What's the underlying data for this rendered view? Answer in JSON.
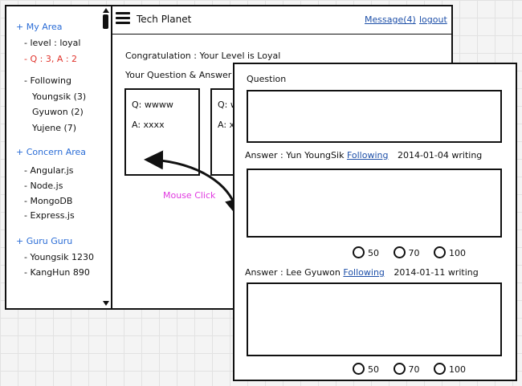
{
  "sidebar": {
    "my_area": "+ My Area",
    "level": "- level : loyal",
    "qa_count": "- Q : 3, A : 2",
    "following_heading": "- Following",
    "following": [
      "Youngsik (3)",
      "Gyuwon (2)",
      "Yujene (7)"
    ],
    "concern_area": "+ Concern Area",
    "concerns": [
      "- Angular.js",
      "- Node.js",
      "- MongoDB",
      "- Express.js"
    ],
    "guru_guru": "+ Guru Guru",
    "gurus": [
      "- Youngsik 1230",
      "- KangHun 890"
    ]
  },
  "header": {
    "title": "Tech Planet",
    "message_link": "Message(4)",
    "logout_link": "logout"
  },
  "main": {
    "congrats": "Congratulation : Your Level is Loyal",
    "section_title": "Your Question & Answer",
    "cards": [
      {
        "q": "Q: wwww",
        "a": "A: xxxx"
      },
      {
        "q": "Q: w",
        "a": "A: x"
      }
    ]
  },
  "annotation": {
    "mouse_click": "Mouse Click"
  },
  "detail": {
    "question_label": "Question",
    "answers": [
      {
        "prefix": "Answer  :  Yun YoungSik",
        "follow": "Following",
        "date": "2014-01-04 writing",
        "ratings": [
          "50",
          "70",
          "100"
        ]
      },
      {
        "prefix": "Answer  :  Lee Gyuwon",
        "follow": "Following",
        "date": "2014-01-11 writing",
        "ratings": [
          "50",
          "70",
          "100"
        ]
      }
    ]
  },
  "colors": {
    "accent_blue": "#2a6cd6",
    "alert_red": "#e0322b",
    "annotation_magenta": "#e039e0",
    "link_blue": "#1d4fa8"
  }
}
